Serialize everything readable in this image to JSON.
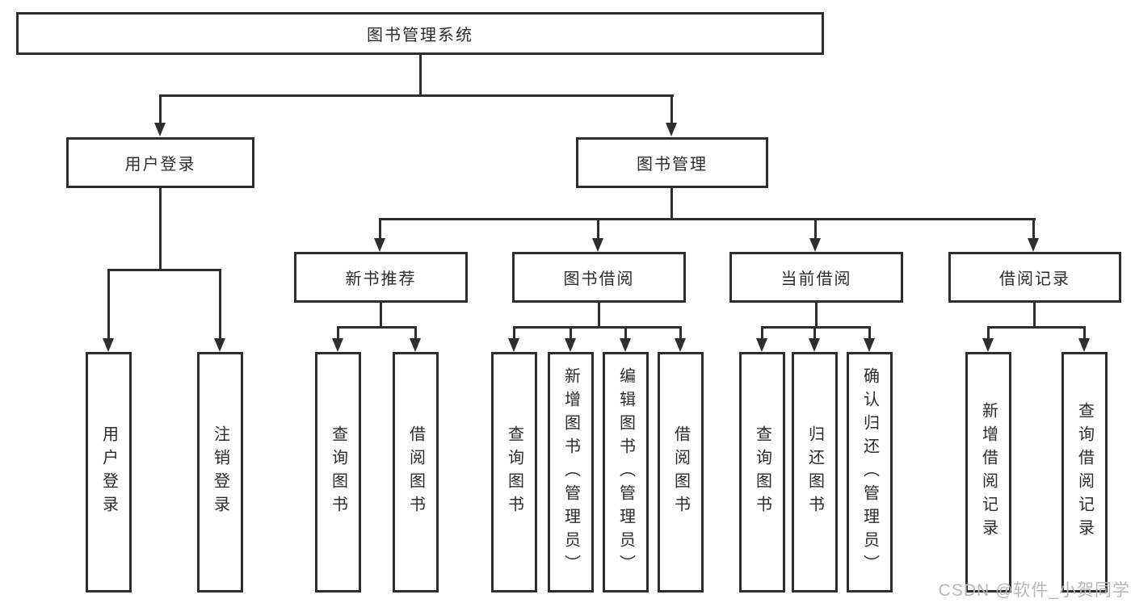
{
  "diagram": {
    "type": "hierarchy-tree",
    "watermark": "CSDN @软件_小贺同学",
    "colors": {
      "line": "#2e2e2e",
      "box_border": "#2e2e2e",
      "text": "#2b2b2b",
      "watermark": "#b7b7b7",
      "background": "#ffffff"
    },
    "nodes": {
      "root": {
        "label": "图书管理系统"
      },
      "level2": [
        {
          "label": "用户登录"
        },
        {
          "label": "图书管理"
        }
      ],
      "level3": [
        {
          "label": "新书推荐",
          "parent": "图书管理"
        },
        {
          "label": "图书借阅",
          "parent": "图书管理"
        },
        {
          "label": "当前借阅",
          "parent": "图书管理"
        },
        {
          "label": "借阅记录",
          "parent": "图书管理"
        }
      ],
      "leaves": [
        {
          "label": "用户登录",
          "parent": "用户登录"
        },
        {
          "label": "注销登录",
          "parent": "用户登录"
        },
        {
          "label": "查询图书",
          "parent": "新书推荐"
        },
        {
          "label": "借阅图书",
          "parent": "新书推荐"
        },
        {
          "label": "查询图书",
          "parent": "图书借阅"
        },
        {
          "label": "新增图书（管理员）",
          "parent": "图书借阅"
        },
        {
          "label": "编辑图书（管理员）",
          "parent": "图书借阅"
        },
        {
          "label": "借阅图书",
          "parent": "图书借阅"
        },
        {
          "label": "查询图书",
          "parent": "当前借阅"
        },
        {
          "label": "归还图书",
          "parent": "当前借阅"
        },
        {
          "label": "确认归还（管理员）",
          "parent": "当前借阅"
        },
        {
          "label": "新增借阅记录",
          "parent": "借阅记录"
        },
        {
          "label": "查询借阅记录",
          "parent": "借阅记录"
        }
      ]
    }
  }
}
